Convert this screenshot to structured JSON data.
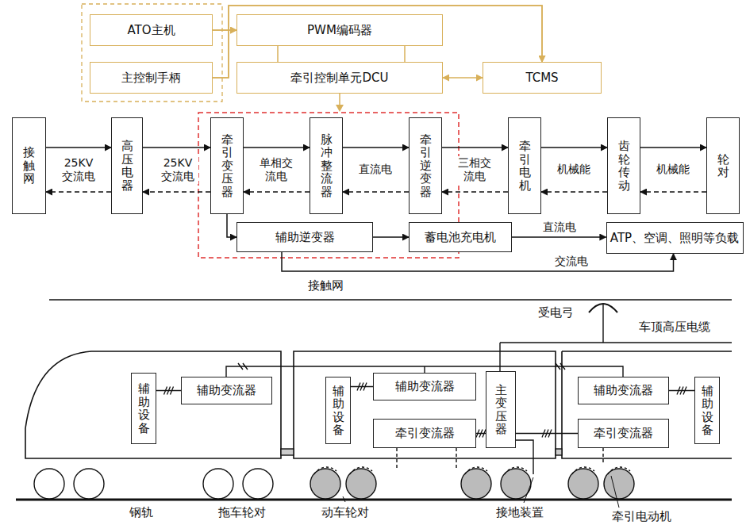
{
  "diagram": {
    "nodes": [
      {
        "text": [
          "ATO主机"
        ]
      },
      {
        "text": [
          "主控制手柄"
        ]
      },
      {
        "text": [
          "PWM编码器"
        ]
      },
      {
        "text": [
          "牵引控制单元DCU"
        ]
      },
      {
        "text": [
          "TCMS"
        ]
      },
      {
        "text": [
          "接触网"
        ]
      },
      {
        "text": [
          "高压电器"
        ]
      },
      {
        "text": [
          "牵引变压器"
        ]
      },
      {
        "text": [
          "脉冲整流器"
        ]
      },
      {
        "text": [
          "牵引逆变器"
        ]
      },
      {
        "text": [
          "牵引电机"
        ]
      },
      {
        "text": [
          "齿轮传动"
        ]
      },
      {
        "text": [
          "轮对"
        ]
      },
      {
        "text": [
          "辅助逆变器"
        ]
      },
      {
        "text": [
          "蓄电池充电机"
        ]
      },
      {
        "text": [
          "ATP、空调、照明等负载"
        ]
      },
      {
        "text": [
          "辅助设备"
        ]
      },
      {
        "text": [
          "辅助变流器"
        ]
      },
      {
        "text": [
          "辅助设备"
        ]
      },
      {
        "text": [
          "辅助变流器"
        ]
      },
      {
        "text": [
          "牵引变流器"
        ]
      },
      {
        "text": [
          "主变压器"
        ]
      },
      {
        "text": [
          "辅助变流器"
        ]
      },
      {
        "text": [
          "牵引变流器"
        ]
      },
      {
        "text": [
          "辅助设备"
        ]
      }
    ],
    "edges": [
      {
        "from": 0,
        "to": 2,
        "arrow": "to"
      },
      {
        "from": 1,
        "to": 2,
        "arrow": "to"
      },
      {
        "from": 0,
        "to": 4,
        "arrow": "to"
      },
      {
        "from": 1,
        "to": 4,
        "arrow": "to"
      },
      {
        "from": 2,
        "to": 3,
        "arrow": "none"
      },
      {
        "from": 2,
        "to": 3,
        "arrow": "none"
      },
      {
        "from": 3,
        "to": 4,
        "arrow": "both"
      },
      {
        "from": 5,
        "to": 6,
        "arrow": "to",
        "label": "25KV 交流电"
      },
      {
        "from": 6,
        "to": 7,
        "arrow": "to",
        "label": "25KV 交流电"
      },
      {
        "from": 7,
        "to": 8,
        "arrow": "to",
        "label": "单相交流电"
      },
      {
        "from": 8,
        "to": 9,
        "arrow": "to",
        "label": "直流电"
      },
      {
        "from": 9,
        "to": 10,
        "arrow": "to",
        "label": "三相交流电"
      },
      {
        "from": 10,
        "to": 11,
        "arrow": "to",
        "label": "机械能"
      },
      {
        "from": 11,
        "to": 12,
        "arrow": "to",
        "label": "机械能"
      },
      {
        "from": 6,
        "to": 5,
        "arrow": "to"
      },
      {
        "from": 7,
        "to": 6,
        "arrow": "to"
      },
      {
        "from": 8,
        "to": 7,
        "arrow": "to"
      },
      {
        "from": 9,
        "to": 8,
        "arrow": "to"
      },
      {
        "from": 10,
        "to": 9,
        "arrow": "to"
      },
      {
        "from": 11,
        "to": 10,
        "arrow": "to"
      },
      {
        "from": 12,
        "to": 11,
        "arrow": "to"
      },
      {
        "from": 7,
        "to": 13,
        "arrow": "to"
      },
      {
        "from": 13,
        "to": 14,
        "arrow": "to"
      },
      {
        "from": 14,
        "to": 15,
        "arrow": "to",
        "label": "直流电"
      },
      {
        "from": 13,
        "to": 15,
        "arrow": "to",
        "label": "交流电"
      },
      {
        "from": 17,
        "to": 16,
        "arrow": "none"
      },
      {
        "from": 18,
        "to": 19,
        "arrow": "none"
      },
      {
        "from": 20,
        "to": 21,
        "arrow": "none"
      },
      {
        "from": 21,
        "to": 23,
        "arrow": "none"
      },
      {
        "from": 22,
        "to": 24,
        "arrow": "none"
      }
    ],
    "labels": [
      "接触网",
      "受电弓",
      "车顶高压电缆",
      "钢轨",
      "拖车轮对",
      "动车轮对",
      "接地装置",
      "牵引电动机"
    ]
  }
}
